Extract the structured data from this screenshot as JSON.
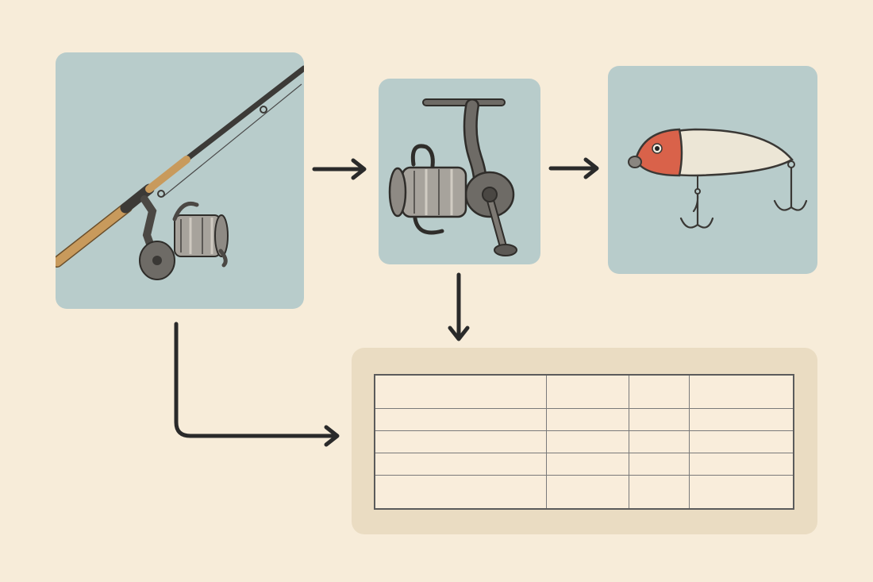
{
  "colors": {
    "background": "#f7ecd9",
    "image_panel": "#b8cccb",
    "table_panel": "#eadcc2",
    "table_fill": "#f9eddb",
    "arrow": "#2a2a2a",
    "metal": "#6e6b66",
    "cork": "#c89a5c",
    "lure_red": "#d9624a",
    "lure_body": "#ece6d6"
  },
  "nodes": {
    "rod_panel": {
      "icon": "fishing-rod-with-reel-icon"
    },
    "reel_panel": {
      "icon": "spinning-reel-icon"
    },
    "lure_panel": {
      "icon": "fishing-lure-icon"
    },
    "table_panel": {
      "icon": "empty-table"
    }
  },
  "edges": [
    {
      "from": "rod_panel",
      "to": "reel_panel"
    },
    {
      "from": "reel_panel",
      "to": "lure_panel"
    },
    {
      "from": "reel_panel",
      "to": "table_panel"
    },
    {
      "from": "rod_panel",
      "to": "table_panel"
    }
  ],
  "table": {
    "rows": [
      [
        "",
        "",
        "",
        ""
      ],
      [
        "",
        "",
        "",
        ""
      ],
      [
        "",
        "",
        "",
        ""
      ],
      [
        "",
        "",
        "",
        ""
      ],
      [
        "",
        "",
        "",
        ""
      ]
    ]
  }
}
